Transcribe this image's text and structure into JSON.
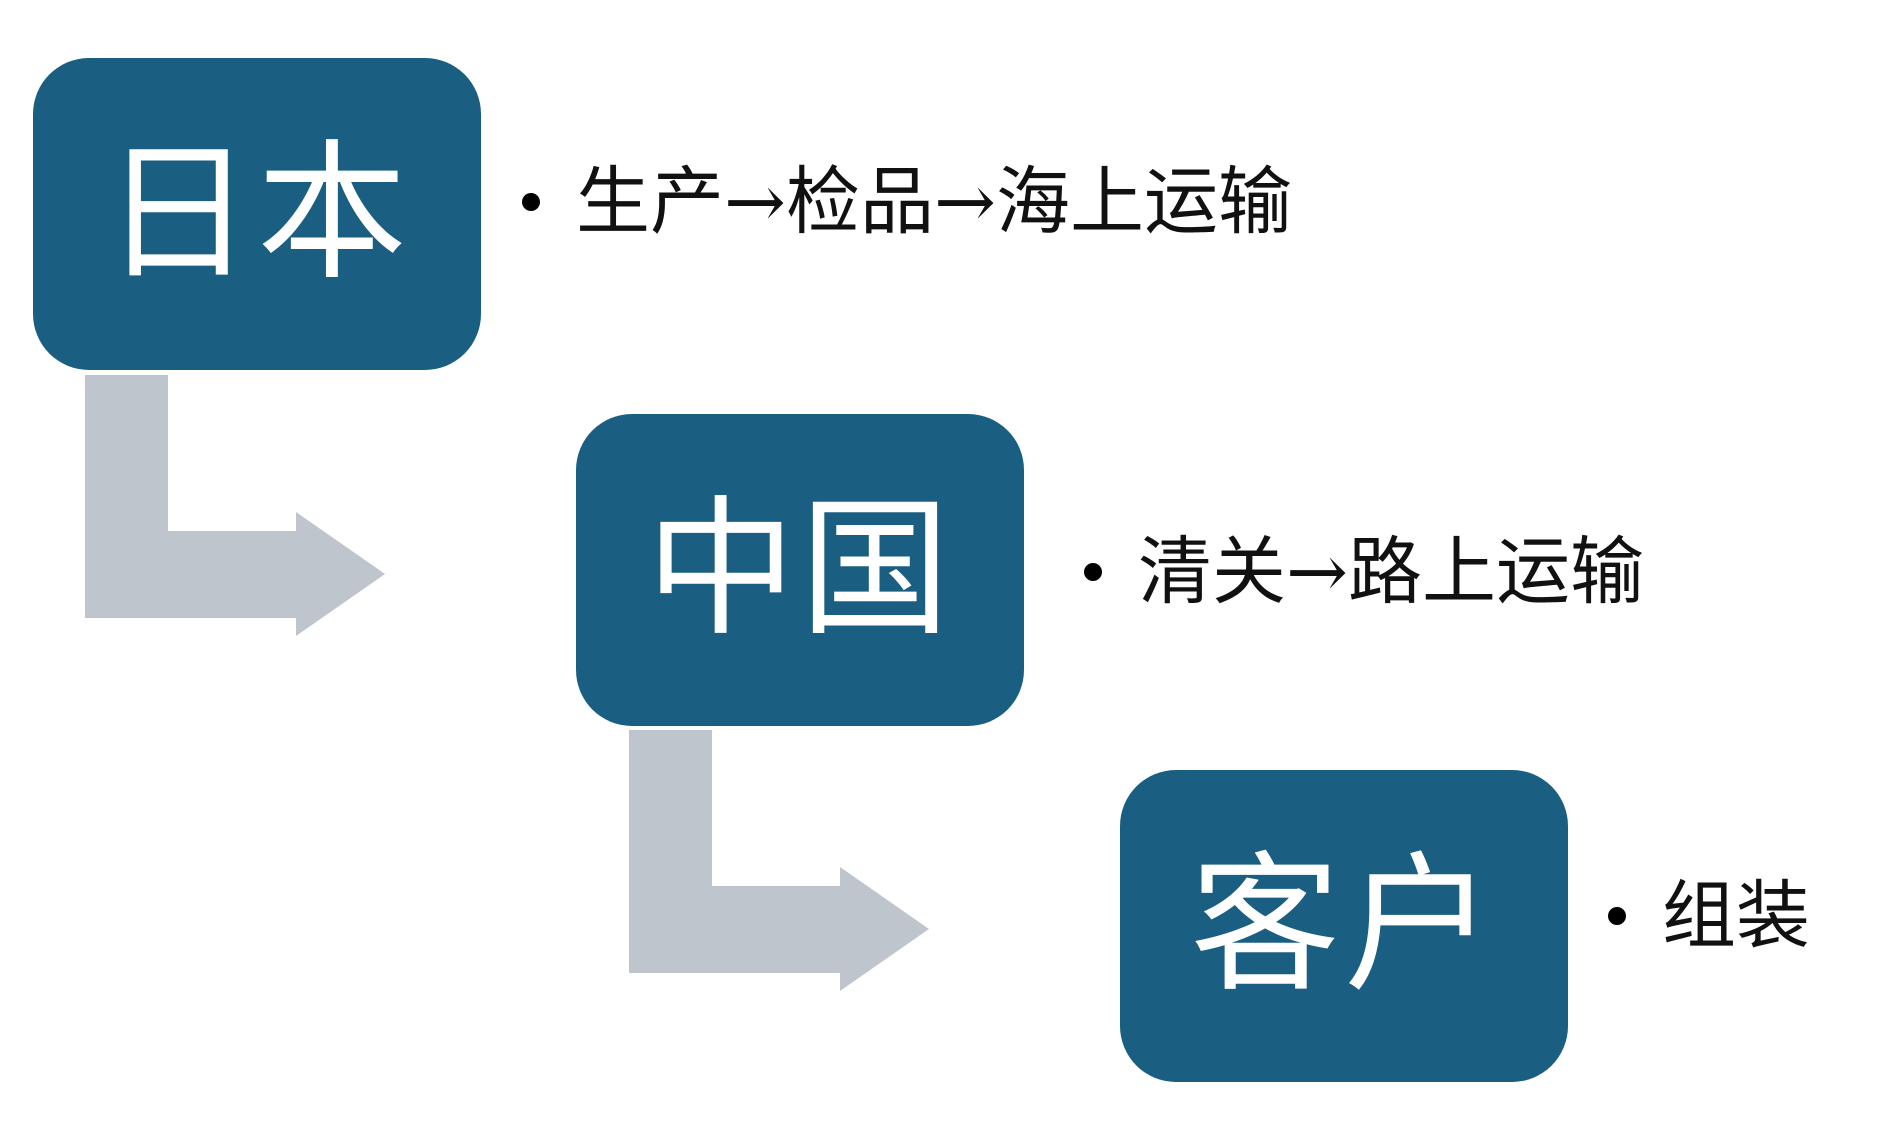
{
  "steps": [
    {
      "label": "日本",
      "detail": "生产→检品→海上运输"
    },
    {
      "label": "中国",
      "detail": "清关→路上运输"
    },
    {
      "label": "客户",
      "detail": "组装"
    }
  ],
  "colors": {
    "box_fill": "#1a5f82",
    "box_text": "#ffffff",
    "arrow_fill": "#bec5cd",
    "bullet_text": "#111111"
  }
}
